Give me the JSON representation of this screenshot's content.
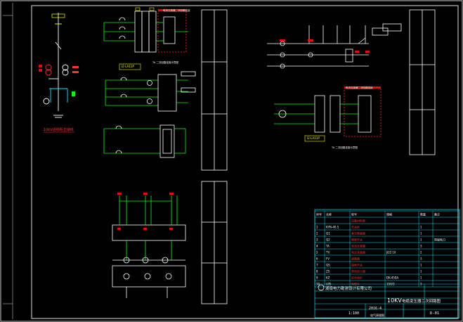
{
  "drawing": {
    "title_main": "10KV",
    "title_rest": "电缆变压器二次回路图",
    "company": "湖南电力勘测设计有限公司",
    "drawing_no": "D-01",
    "scale": "1:100",
    "date": "2016-4",
    "sheet_label": "电气原理图",
    "left_label": "10kV进线柜主接线",
    "ct_label_top": "TA 二次回路连接示意图",
    "ct_label_right": "TA 二次回路连接示意图",
    "legend_box_right": "I2-LA11P",
    "legend_box_left": "I2-LA11P",
    "box_header_top": "电流互感器二次回路连接",
    "box_header_right": "电流互感器二次回路连接"
  },
  "table": {
    "headers": [
      "序号",
      "名称",
      "型号",
      "规格",
      "数量",
      "备注"
    ],
    "section": "设备材料表",
    "rows": [
      [
        "1",
        "KYN-40.5",
        "开关柜",
        "",
        "1",
        ""
      ],
      [
        "2",
        "Q1",
        "真空断路器",
        "",
        "1",
        ""
      ],
      [
        "3",
        "Q2",
        "隔离开关",
        "",
        "1",
        "带接地刀"
      ],
      [
        "4",
        "TA",
        "电流互感器",
        "",
        "3",
        ""
      ],
      [
        "5",
        "TV",
        "电压互感器",
        "JDZ-10",
        "2",
        ""
      ],
      [
        "6",
        "FV",
        "避雷器",
        "",
        "3",
        ""
      ],
      [
        "7",
        "QS",
        "接地开关",
        "",
        "1",
        ""
      ],
      [
        "8",
        "ZS",
        "带电显示器",
        "",
        "1",
        ""
      ],
      [
        "9",
        "KZ",
        "综合保护",
        "DK-450A",
        "1",
        ""
      ],
      [
        "10",
        "LBS",
        "电缆头",
        "150/3",
        "3",
        ""
      ]
    ]
  }
}
